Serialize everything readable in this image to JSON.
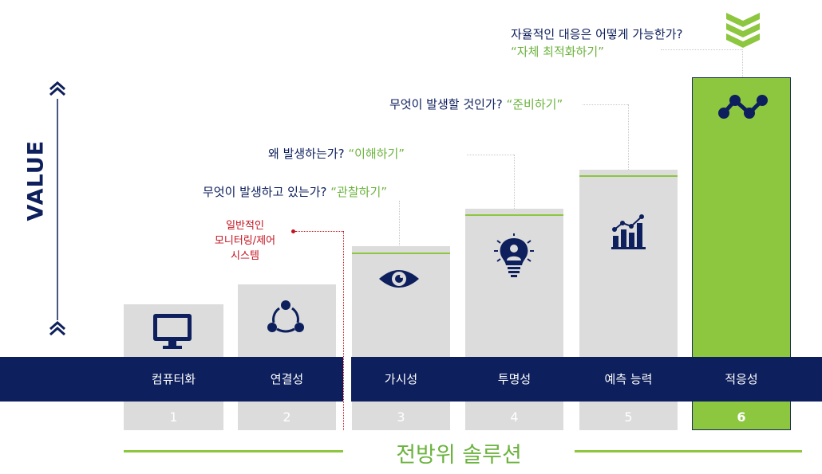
{
  "axis": {
    "label": "VALUE"
  },
  "stages": [
    {
      "label": "컴퓨터화",
      "number": "1",
      "icon": "monitor-icon"
    },
    {
      "label": "연결성",
      "number": "2",
      "icon": "connected-nodes-icon"
    },
    {
      "label": "가시성",
      "number": "3",
      "icon": "eye-icon"
    },
    {
      "label": "투명성",
      "number": "4",
      "icon": "lightbulb-person-icon"
    },
    {
      "label": "예측 능력",
      "number": "5",
      "icon": "bar-chart-trend-icon"
    },
    {
      "label": "적응성",
      "number": "6",
      "icon": "network-path-icon"
    }
  ],
  "annotations": {
    "monitoring": "일반적인 모니터링/제어 시스템",
    "q1": {
      "question": "무엇이 발생하고 있는가?",
      "answer": "“관찰하기”"
    },
    "q2": {
      "question": "왜 발생하는가?",
      "answer": "“이해하기”"
    },
    "q3": {
      "question": "무엇이 발생할 것인가?",
      "answer": "“준비하기”"
    },
    "q4": {
      "question": "자율적인 대응은 어떻게 가능한가?",
      "answer": "“자체 최적화하기”"
    }
  },
  "footer": {
    "title": "전방위 솔루션"
  },
  "colors": {
    "navy": "#0d1f5c",
    "green": "#8dc63f",
    "gray": "#dcdcdc",
    "red": "#c1121f"
  }
}
